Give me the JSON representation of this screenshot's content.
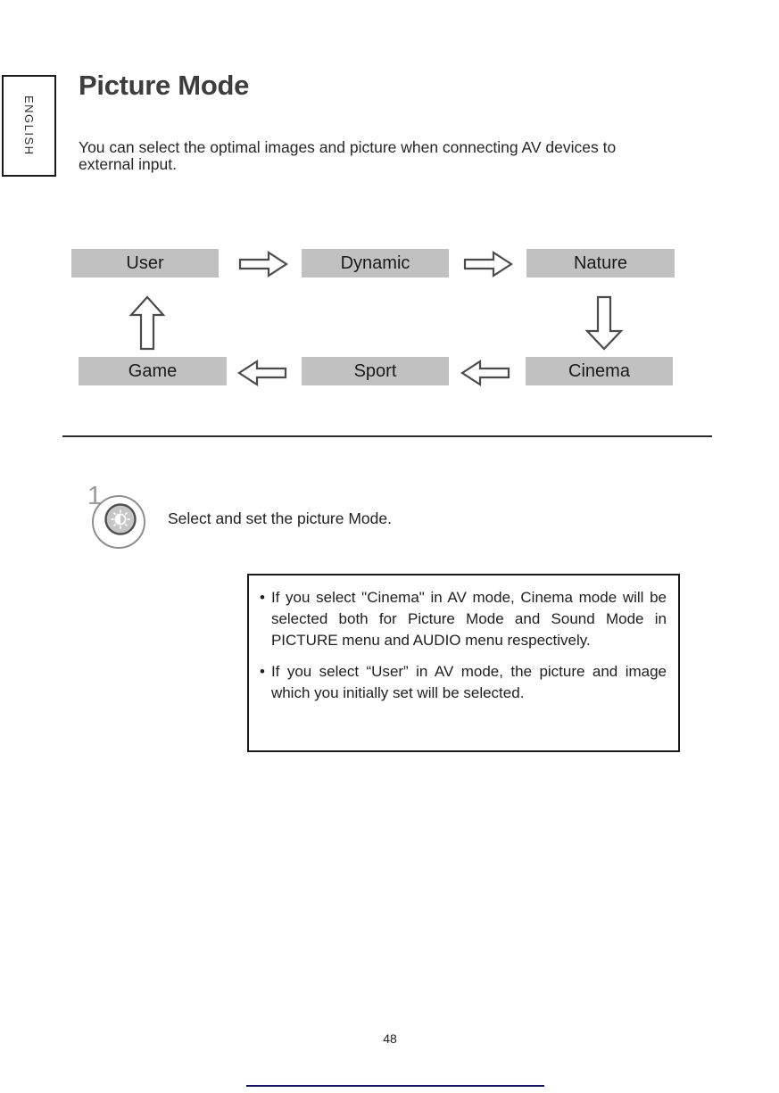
{
  "page": {
    "language_tab": "ENGLISH",
    "title": "Picture Mode",
    "description": "You can select the optimal images and picture when connecting AV devices to external input.",
    "page_number": "48"
  },
  "diagram": {
    "modes": [
      "User",
      "Dynamic",
      "Nature",
      "Game",
      "Sport",
      "Cinema"
    ],
    "arrow_icons": [
      "right-arrow",
      "right-arrow",
      "down-arrow",
      "left-arrow",
      "left-arrow",
      "up-arrow"
    ]
  },
  "step": {
    "number": "1",
    "icon": "picture-mode-button",
    "label": "Select and set the picture Mode."
  },
  "note": {
    "bullet_char": "•",
    "bullets": [
      "If you select \"Cinema\" in AV mode, Cinema mode will be selected both for Picture Mode and Sound Mode in PICTURE menu and AUDIO menu respectively.",
      "If you select “User” in AV mode, the picture and image which you initially set will be selected."
    ]
  },
  "colors": {
    "mode_box_fill": "#c1c1c1",
    "footer_rule": "#10107e"
  }
}
